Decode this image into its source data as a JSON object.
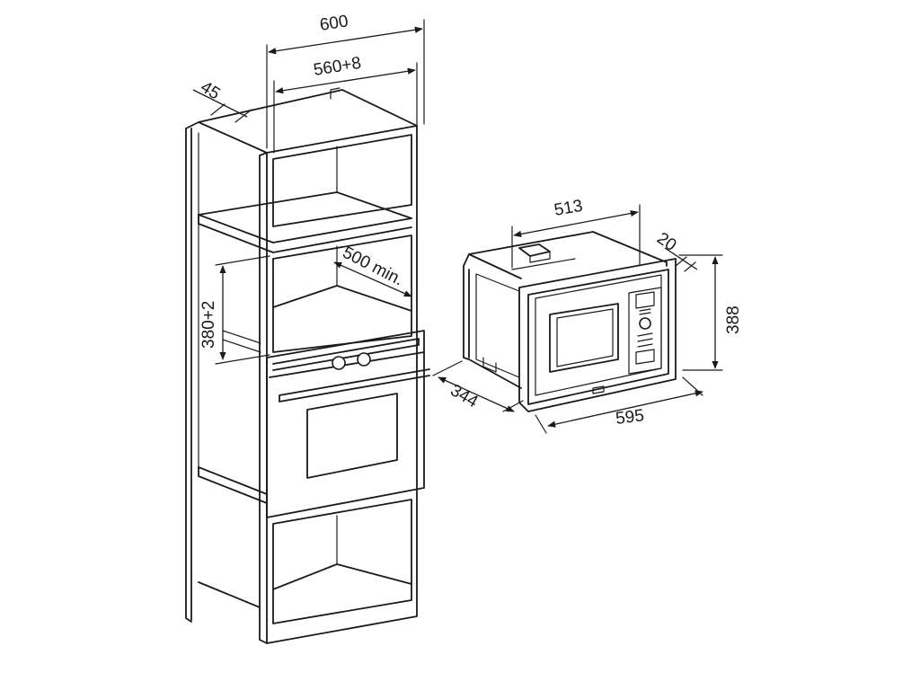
{
  "colors": {
    "line": "#1a1a1a",
    "background": "#ffffff"
  },
  "dimensions": {
    "cabinet_width": "600",
    "niche_width": "560+8",
    "side_depth": "45",
    "min_depth": "500 min.",
    "niche_height": "380+2",
    "appliance_depth_top": "513",
    "frame_offset": "20",
    "appliance_height": "388",
    "appliance_depth": "344",
    "appliance_width": "595"
  }
}
